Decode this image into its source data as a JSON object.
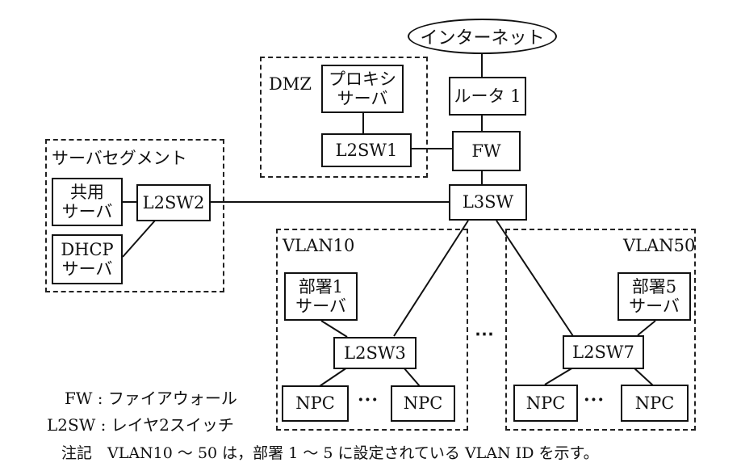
{
  "internet": "インターネット",
  "router1": "ルータ 1",
  "fw": "FW",
  "l3sw": "L3SW",
  "dmz": {
    "label": "DMZ",
    "proxy": [
      "プロキシ",
      "サーバ"
    ],
    "l2sw1": "L2SW1"
  },
  "server_segment": {
    "label": "サーバセグメント",
    "shared": [
      "共用",
      "サーバ"
    ],
    "dhcp": [
      "DHCP",
      "サーバ"
    ],
    "l2sw2": "L2SW2"
  },
  "vlan10": {
    "label": "VLAN10",
    "dept_server": [
      "部署1",
      "サーバ"
    ],
    "l2sw": "L2SW3",
    "npc_left": "NPC",
    "npc_right": "NPC",
    "ellipsis": "···"
  },
  "vlan50": {
    "label": "VLAN50",
    "dept_server": [
      "部署5",
      "サーバ"
    ],
    "l2sw": "L2SW7",
    "npc_left": "NPC",
    "npc_right": "NPC",
    "ellipsis": "···"
  },
  "between_vlans_ellipsis": "⋯",
  "legend": [
    "FW : ファイアウォール",
    "L2SW : レイヤ2スイッチ"
  ],
  "note": "注記　VLAN10 ～ 50 は，部署 1 ～ 5 に設定されている VLAN ID を示す。"
}
